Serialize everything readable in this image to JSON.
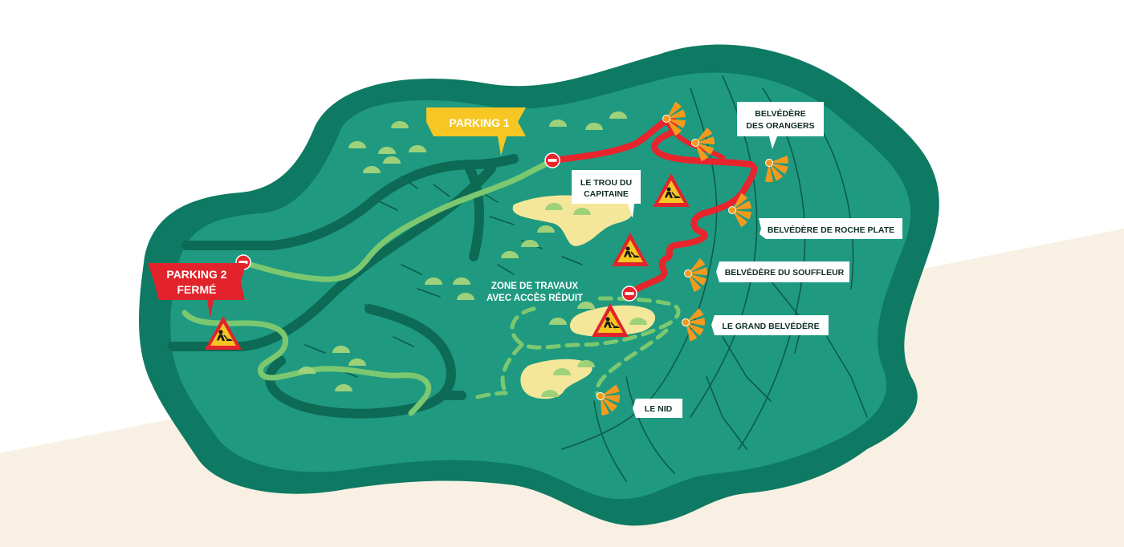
{
  "colors": {
    "sand": "#f8f1e3",
    "island_outer": "#0e7a63",
    "island_inner": "#1f9a80",
    "island_dark": "#0b5f4d",
    "trail_green": "#7cc870",
    "road_dark": "#0d6a55",
    "route_red": "#e8242c",
    "parking_yellow": "#f6c723",
    "parking_red": "#e2232b",
    "zone_yellow": "#f4e79a",
    "bush_green": "#9fd17a",
    "viewpoint_orange": "#f39a1d"
  },
  "parkings": {
    "p1": {
      "label": "PARKING 1"
    },
    "p2": {
      "line1": "PARKING 2",
      "line2": "FERMÉ"
    }
  },
  "places": {
    "trou_line1": "LE TROU DU",
    "trou_line2": "CAPITAINE",
    "zone_line1": "ZONE DE TRAVAUX",
    "zone_line2": "AVEC ACCÈS RÉDUIT"
  },
  "belvederes": {
    "orangers_line1": "BELVÉDÈRE",
    "orangers_line2": "DES ORANGERS",
    "roche_plate": "BELVÉDÈRE DE ROCHE PLATE",
    "souffleur": "BELVÉDÈRE DU SOUFFLEUR",
    "grand": "LE GRAND BELVÉDÈRE",
    "nid": "LE NID"
  },
  "icons": {
    "roadwork": "roadwork-warning-icon",
    "no_entry": "no-entry-icon",
    "viewpoint": "viewpoint-fan-icon"
  }
}
